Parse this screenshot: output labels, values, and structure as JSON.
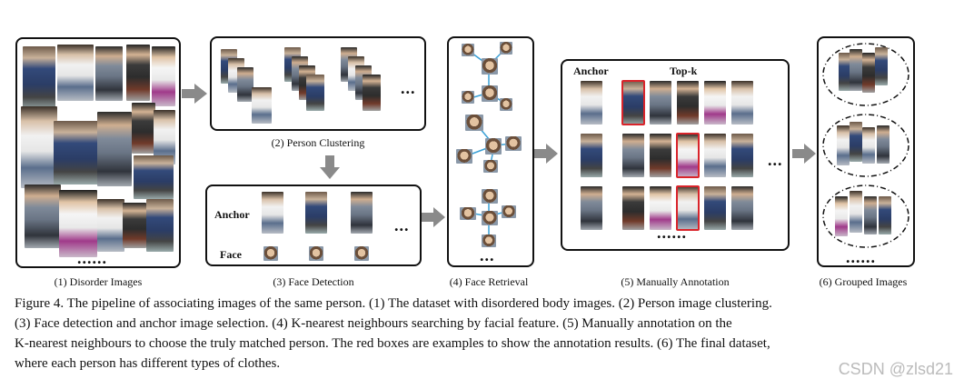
{
  "panels": {
    "p1": {
      "caption": "(1) Disorder Images",
      "dots": "......"
    },
    "p2": {
      "caption": "(2) Person Clustering",
      "dots": "..."
    },
    "p3": {
      "caption": "(3) Face Detection",
      "anchor_label": "Anchor",
      "face_label": "Face",
      "dots": "..."
    },
    "p4": {
      "caption": "(4) Face Retrieval",
      "dots": "..."
    },
    "p5": {
      "caption": "(5) Manually Annotation",
      "anchor_label": "Anchor",
      "topk_label": "Top-k",
      "dots_row": "...",
      "dots_bottom": "......"
    },
    "p6": {
      "caption": "(6) Grouped Images",
      "dots": "......"
    }
  },
  "figure_caption": {
    "lines": [
      "Figure 4. The pipeline of associating images of the same person. (1) The dataset with disordered body images. (2) Person image clustering.",
      "(3) Face detection and anchor image selection. (4) K-nearest neighbours searching by facial feature. (5) Manually annotation on the",
      "K-nearest neighbours to choose the truly matched person. The red boxes are examples to show the annotation results. (6) The final dataset,",
      "where each person has different types of clothes."
    ]
  },
  "watermark": "CSDN @zlsd21",
  "colors": {
    "annotation_box": "#d9242b",
    "arrow": "#8a8a8a",
    "retrieval_link": "#39a0d6"
  }
}
